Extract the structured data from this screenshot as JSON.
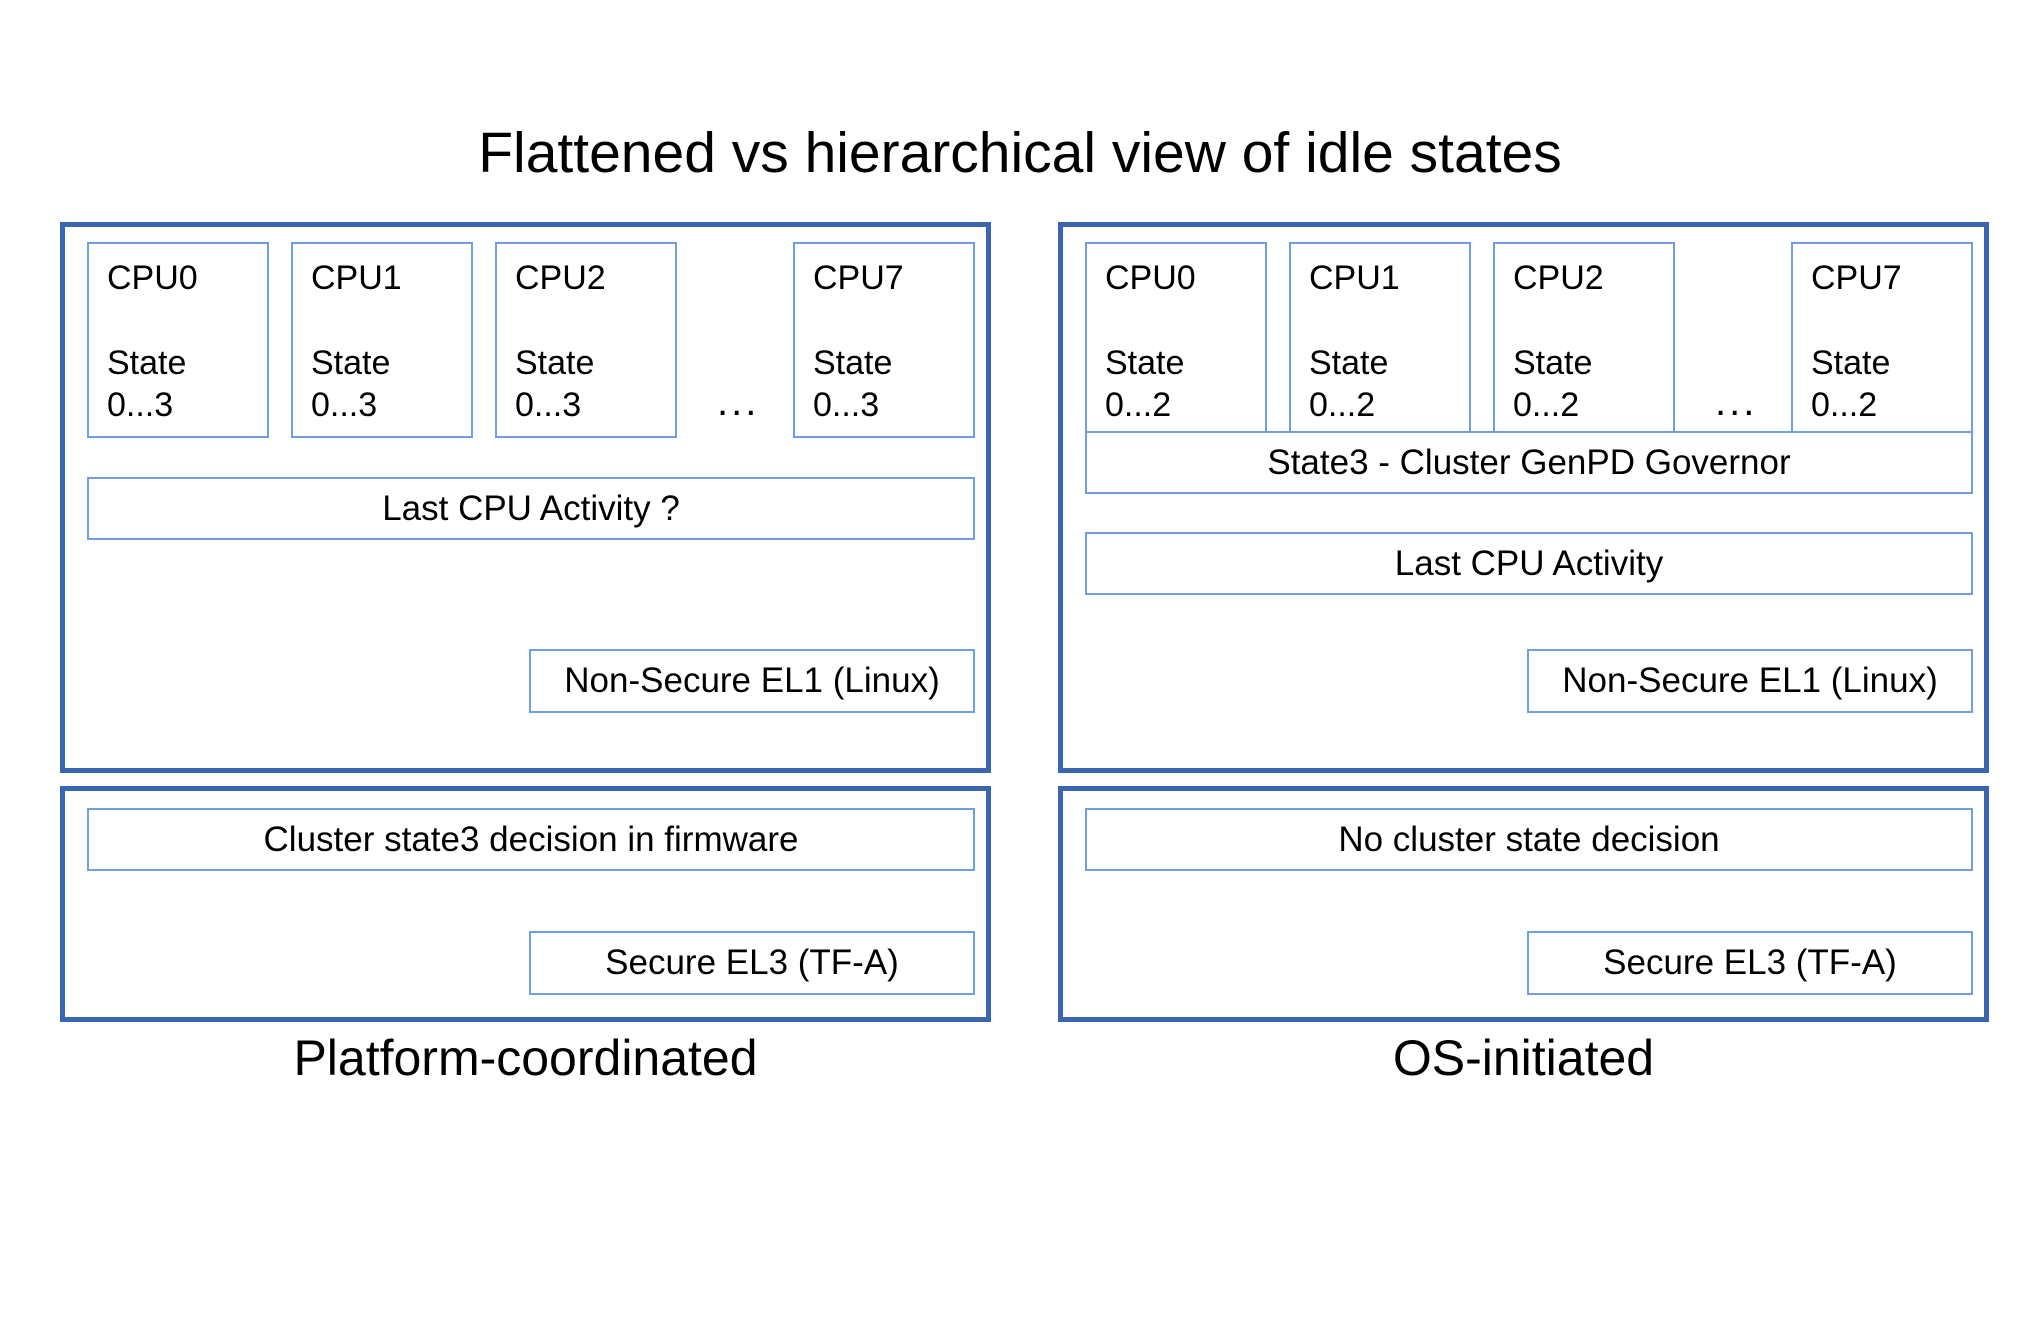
{
  "title": "Flattened vs hierarchical view of idle states",
  "colors": {
    "panel_border": "#3a66b0",
    "box_border": "#6f9fe0",
    "background": "#ffffff",
    "text": "#000000"
  },
  "left": {
    "caption": "Platform-coordinated",
    "os_panel": {
      "cpus": [
        {
          "name": "CPU0",
          "state_label": "State",
          "state_range": "0...3"
        },
        {
          "name": "CPU1",
          "state_label": "State",
          "state_range": "0...3"
        },
        {
          "name": "CPU2",
          "state_label": "State",
          "state_range": "0...3"
        },
        {
          "name": "CPU7",
          "state_label": "State",
          "state_range": "0...3"
        }
      ],
      "ellipsis": "...",
      "bars": [
        {
          "label": "Last CPU Activity ?"
        }
      ],
      "level_badge": "Non-Secure EL1 (Linux)"
    },
    "fw_panel": {
      "bar": "Cluster state3 decision in firmware",
      "level_badge": "Secure EL3 (TF-A)"
    }
  },
  "right": {
    "caption": "OS-initiated",
    "os_panel": {
      "cpus": [
        {
          "name": "CPU0",
          "state_label": "State",
          "state_range": "0...2"
        },
        {
          "name": "CPU1",
          "state_label": "State",
          "state_range": "0...2"
        },
        {
          "name": "CPU2",
          "state_label": "State",
          "state_range": "0...2"
        },
        {
          "name": "CPU7",
          "state_label": "State",
          "state_range": "0...2"
        }
      ],
      "ellipsis": "...",
      "bars": [
        {
          "label": "State3 - Cluster GenPD Governor"
        },
        {
          "label": "Last CPU Activity"
        }
      ],
      "level_badge": "Non-Secure EL1 (Linux)"
    },
    "fw_panel": {
      "bar": "No cluster state decision",
      "level_badge": "Secure EL3 (TF-A)"
    }
  }
}
